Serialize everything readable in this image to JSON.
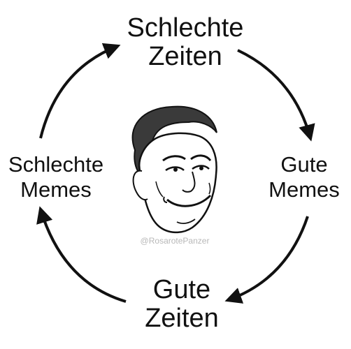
{
  "cycle": {
    "top": {
      "line1": "Schlechte",
      "line2": "Zeiten"
    },
    "right": {
      "line1": "Gute",
      "line2": "Memes"
    },
    "bottom": {
      "line1": "Gute",
      "line2": "Zeiten"
    },
    "left": {
      "line1": "Schlechte",
      "line2": "Memes"
    }
  },
  "watermark": "@RosarotePanzer",
  "colors": {
    "background": "#ffffff",
    "ink": "#111111",
    "watermark": "#b8b8b8"
  },
  "center_image": "smirking-face-drawing"
}
